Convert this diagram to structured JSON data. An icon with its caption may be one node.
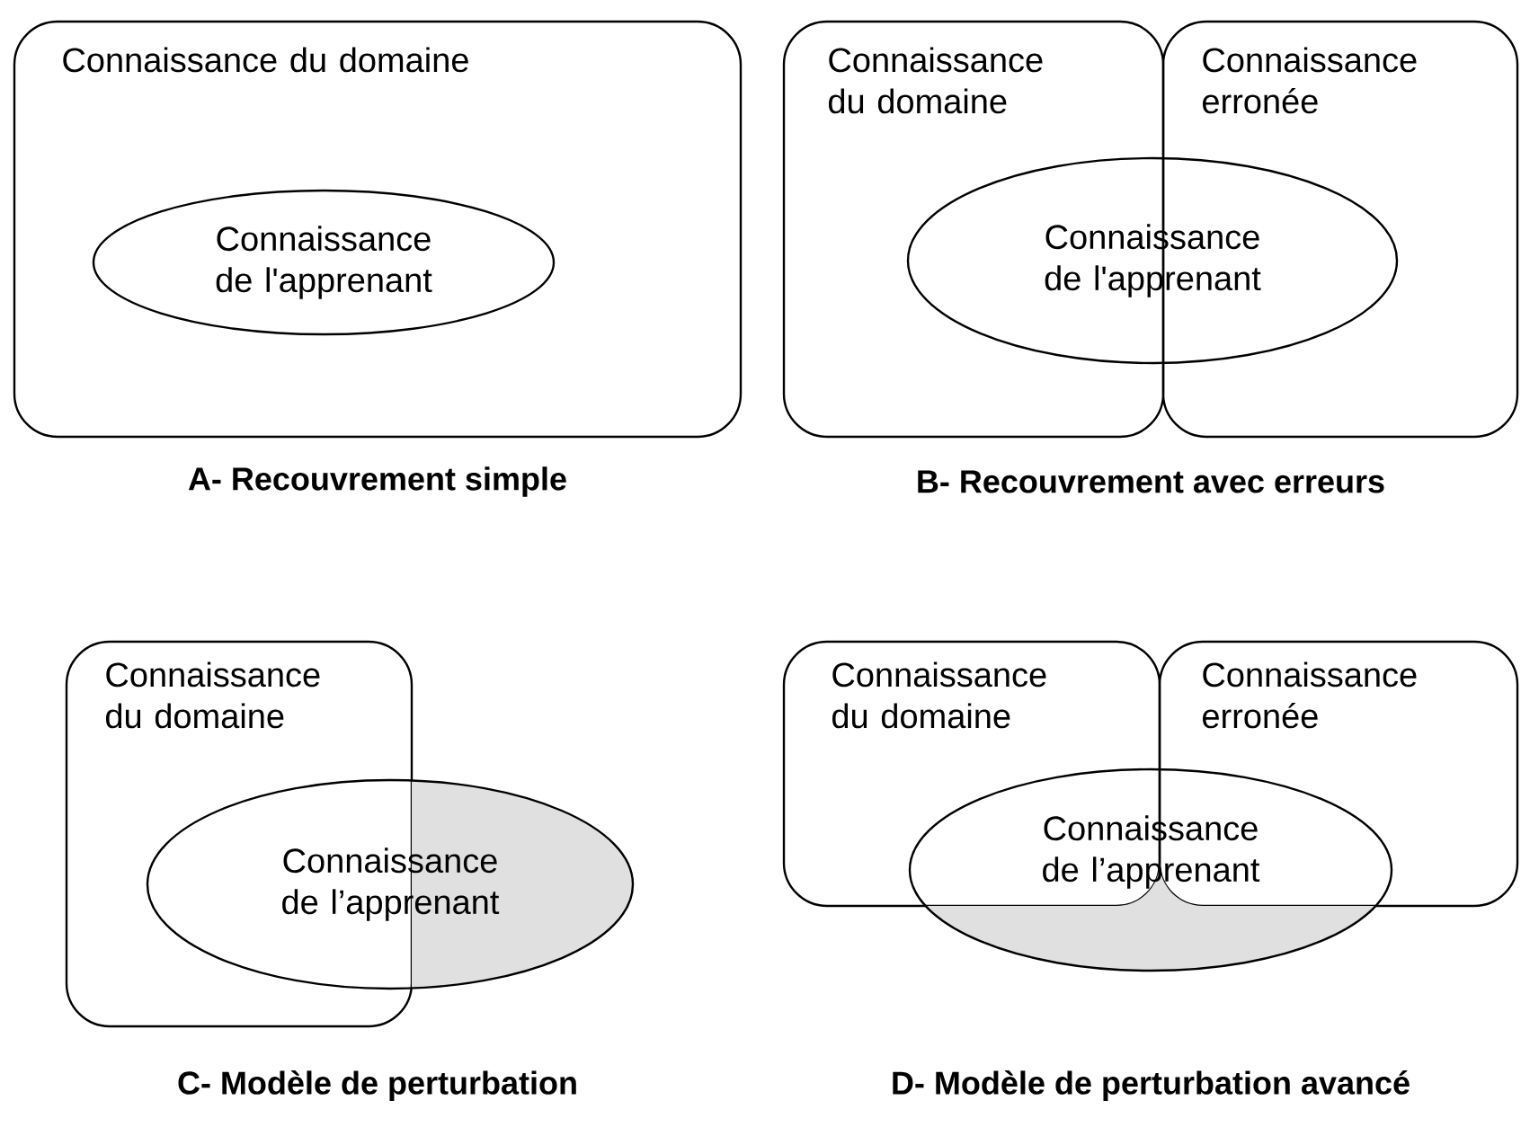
{
  "diagram": {
    "nodes": [
      {
        "text": [
          "Connaissance du domaine"
        ]
      },
      {
        "text": [
          "Connaissance de l'apprenant"
        ],
        "in": 0
      },
      {
        "text": [
          "Connaissance du domaine"
        ]
      },
      {
        "text": [
          "Connaissance erronée"
        ]
      },
      {
        "text": [
          "Connaissance de l'apprenant"
        ]
      },
      {
        "text": [
          "Connaissance du domaine"
        ]
      },
      {
        "text": [
          "Connaissance de l’apprenant"
        ]
      },
      {
        "text": [
          "Connaissance du domaine"
        ]
      },
      {
        "text": [
          "Connaissance erronée"
        ]
      },
      {
        "text": [
          "Connaissance de l’apprenant"
        ]
      }
    ],
    "edges": [],
    "labels": [
      "A- Recouvrement simple",
      "B- Recouvrement avec erreurs",
      "C- Modèle de perturbation",
      "D- Modèle de perturbation avancé"
    ]
  }
}
